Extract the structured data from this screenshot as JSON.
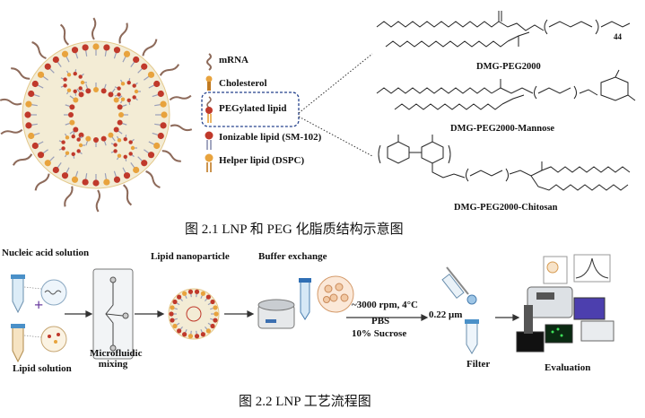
{
  "figure1": {
    "legend": [
      {
        "label": "mRNA",
        "icon": "mrna-icon"
      },
      {
        "label": "Cholesterol",
        "icon": "cholesterol-icon"
      },
      {
        "label": "PEGylated lipid",
        "icon": "peg-lipid-icon"
      },
      {
        "label": "Ionizable lipid (SM-102)",
        "icon": "ionizable-lipid-icon"
      },
      {
        "label": "Helper lipid (DSPC)",
        "icon": "helper-lipid-icon"
      }
    ],
    "structures": [
      {
        "name": "DMG-PEG2000",
        "subscript": "44"
      },
      {
        "name": "DMG-PEG2000-Mannose"
      },
      {
        "name": "DMG-PEG2000-Chitosan"
      }
    ],
    "caption": "图 2.1    LNP 和 PEG 化脂质结构示意图"
  },
  "figure2": {
    "inputs": {
      "nucleic": "Nucleic acid solution",
      "plus": "+",
      "lipid": "Lipid solution"
    },
    "mixing": {
      "line1": "Microfluidic",
      "line2": "mixing"
    },
    "nanoparticle": "Lipid nanoparticle",
    "buffer": "Buffer exchange",
    "conditions": {
      "speed": "~3000 rpm, 4°C",
      "pbs": "PBS",
      "sucrose": "10% Sucrose"
    },
    "filter_size": "0.22 μm",
    "filter": "Filter",
    "evaluation": "Evaluation",
    "caption": "图 2.2    LNP 工艺流程图"
  },
  "colors": {
    "lipid_red": "#c0392b",
    "lipid_orange": "#e8a33d",
    "mrna": "#8d6a5a",
    "core": "#f3ecd5",
    "box": "#24418c"
  }
}
